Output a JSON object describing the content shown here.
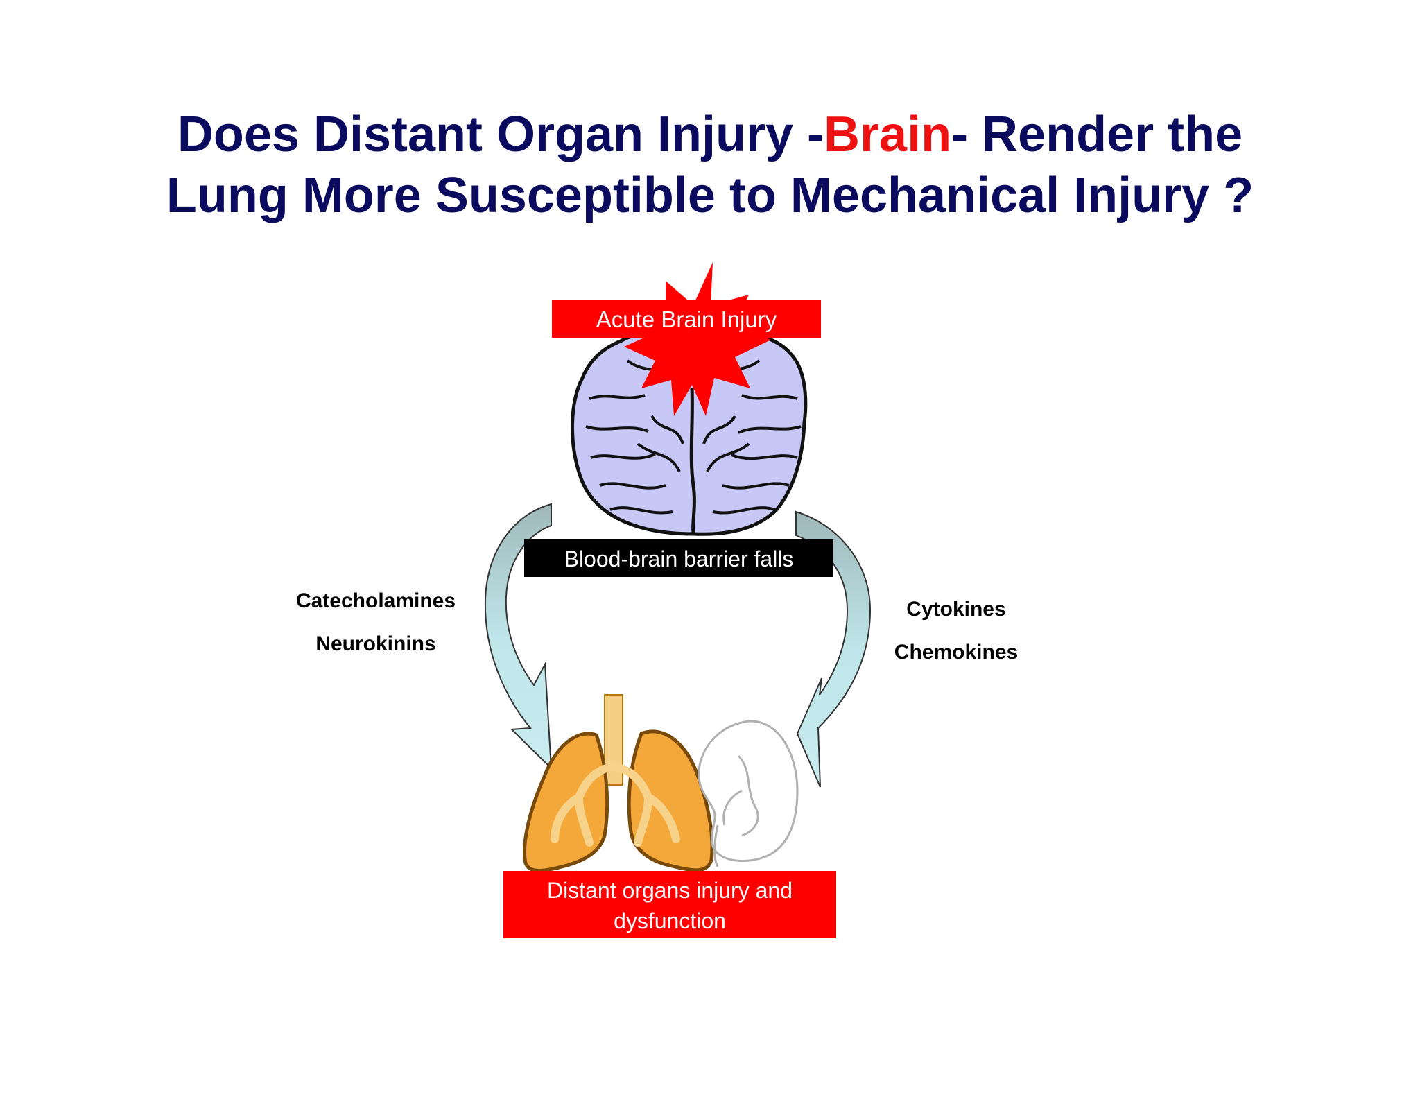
{
  "title": {
    "line1_before": "Does Distant Organ Injury -",
    "line1_highlight": "Brain",
    "line1_after": "- Render the",
    "line2": "Lung More Susceptible to Mechanical Injury ?"
  },
  "diagram": {
    "top_box": "Acute Brain Injury",
    "middle_box": "Blood-brain barrier falls",
    "bottom_box_line1": "Distant organs injury and",
    "bottom_box_line2": "dysfunction",
    "left_labels": [
      "Catecholamines",
      "Neurokinins"
    ],
    "right_labels": [
      "Cytokines",
      "Chemokines"
    ]
  },
  "colors": {
    "title_blue": "#0a0a5e",
    "highlight_red": "#ee1111",
    "box_red": "#ff0000",
    "box_black": "#000000",
    "brain_lavender": "#c8c8f6",
    "arrow_cyan": "#bfe6ea",
    "lung_orange": "#f4a83a",
    "kidney_gray": "#e6e6e6"
  },
  "icons": [
    "brain-icon",
    "starburst-icon",
    "lungs-icon",
    "kidney-icon",
    "curved-arrow-icon"
  ]
}
